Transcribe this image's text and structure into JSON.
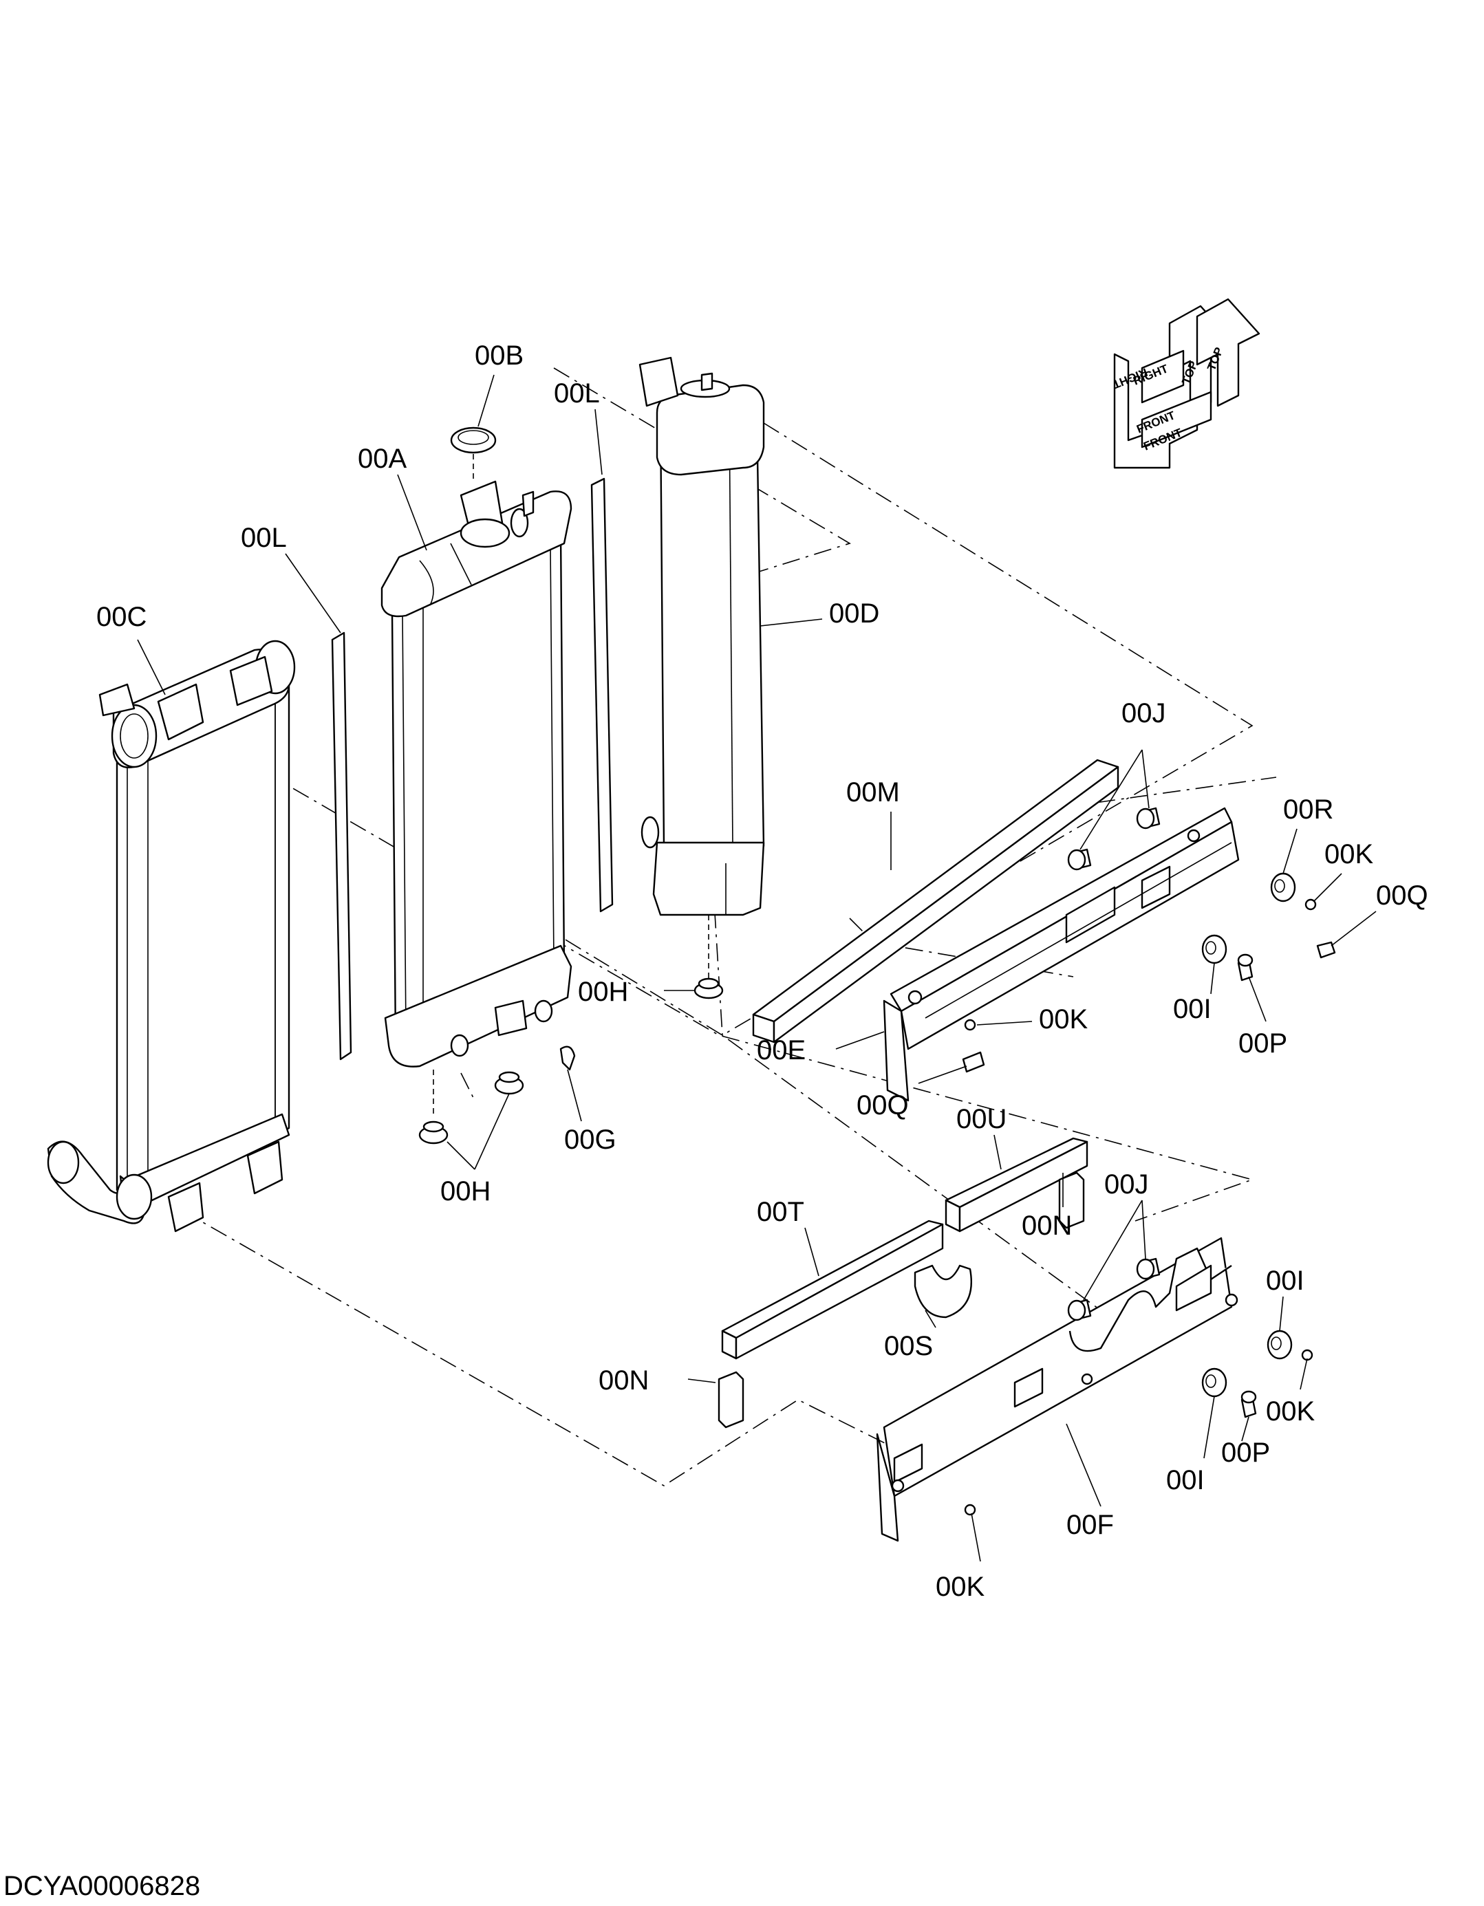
{
  "diagram": {
    "drawing_code": "DCYA00006828",
    "orientation": {
      "top": "TOP",
      "right": "RIGHT",
      "front": "FRONT"
    },
    "callouts": {
      "a": "00A",
      "b": "00B",
      "c": "00C",
      "d": "00D",
      "e": "00E",
      "f": "00F",
      "g": "00G",
      "h": "00H",
      "i": "00I",
      "j": "00J",
      "k": "00K",
      "l": "00L",
      "m": "00M",
      "n": "00N",
      "p": "00P",
      "q": "00Q",
      "r": "00R",
      "s": "00S",
      "t": "00T",
      "u": "00U"
    }
  }
}
